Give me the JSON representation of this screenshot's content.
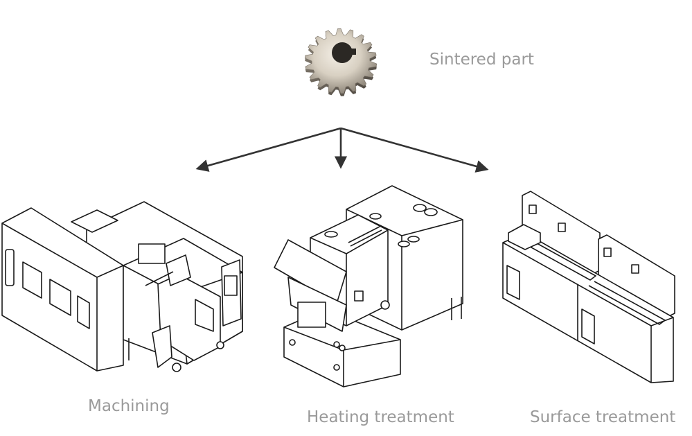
{
  "labels": {
    "sintered_part": "Sintered part",
    "machining": "Machining",
    "heating_treatment": "Heating treatment",
    "surface_treatment": "Surface treatment"
  },
  "colors": {
    "label_text": "#9a9a9a",
    "line_art": "#1a1a1a",
    "arrow": "#333333"
  }
}
